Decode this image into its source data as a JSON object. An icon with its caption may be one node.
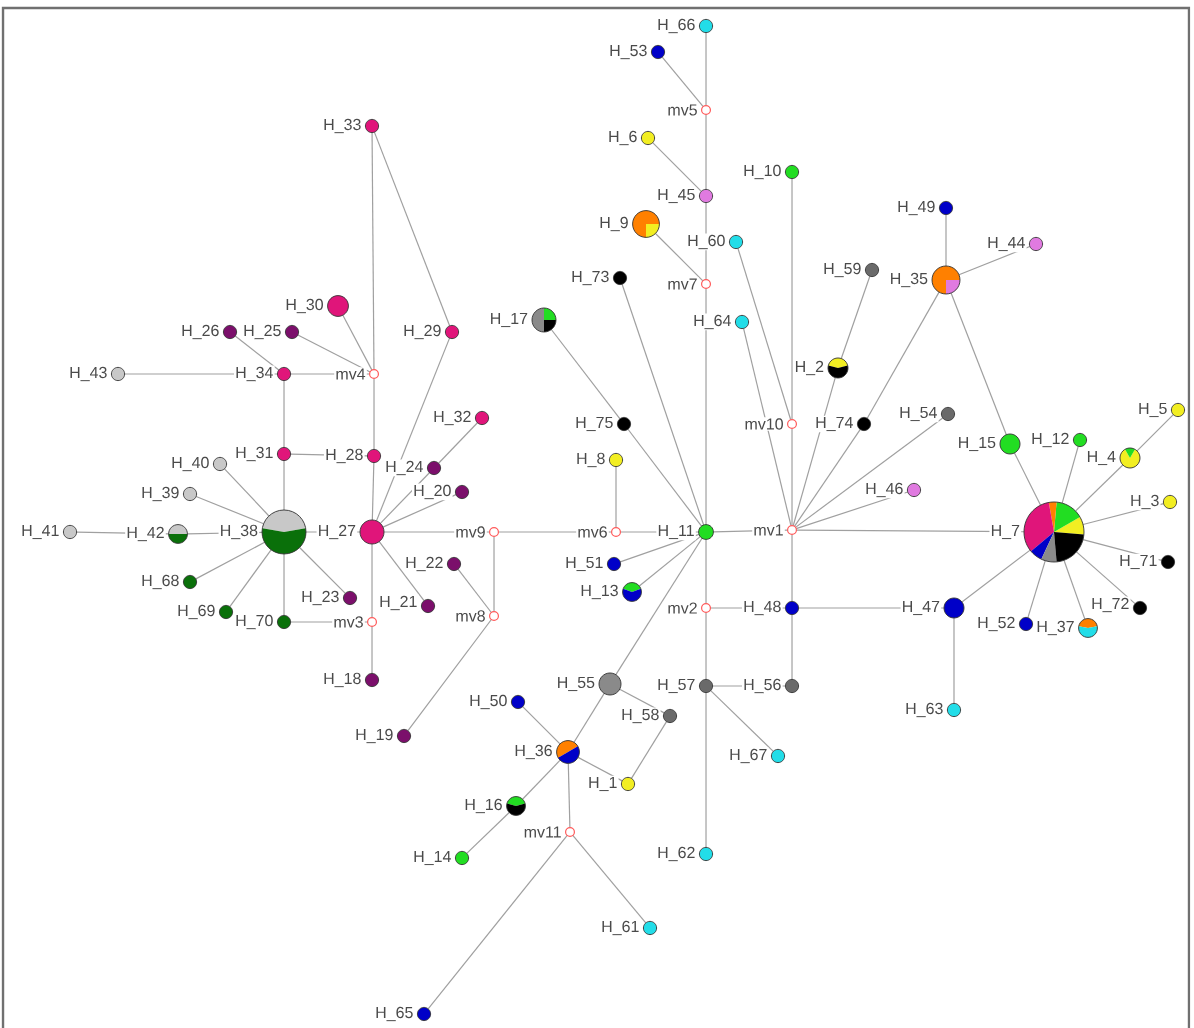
{
  "diagram": {
    "nodes": [
      {
        "text": [
          "H_66"
        ]
      },
      {
        "text": [
          "H_53"
        ]
      },
      {
        "text": [
          "mv5"
        ]
      },
      {
        "text": [
          "H_33"
        ]
      },
      {
        "text": [
          "H_6"
        ]
      },
      {
        "text": [
          "H_10"
        ]
      },
      {
        "text": [
          "H_45"
        ]
      },
      {
        "text": [
          "H_49"
        ]
      },
      {
        "text": [
          "H_9"
        ]
      },
      {
        "text": [
          "H_60"
        ]
      },
      {
        "text": [
          "H_44"
        ]
      },
      {
        "text": [
          "H_59"
        ]
      },
      {
        "text": [
          "H_73"
        ]
      },
      {
        "text": [
          "H_35"
        ]
      },
      {
        "text": [
          "mv7"
        ]
      },
      {
        "text": [
          "H_17"
        ]
      },
      {
        "text": [
          "H_64"
        ]
      },
      {
        "text": [
          "H_30"
        ]
      },
      {
        "text": [
          "H_26"
        ]
      },
      {
        "text": [
          "H_25"
        ]
      },
      {
        "text": [
          "H_29"
        ]
      },
      {
        "text": [
          "H_2"
        ]
      },
      {
        "text": [
          "H_43"
        ]
      },
      {
        "text": [
          "H_34"
        ]
      },
      {
        "text": [
          "mv4"
        ]
      },
      {
        "text": [
          "H_5"
        ]
      },
      {
        "text": [
          "H_54"
        ]
      },
      {
        "text": [
          "H_32"
        ]
      },
      {
        "text": [
          "H_75"
        ]
      },
      {
        "text": [
          "mv10"
        ]
      },
      {
        "text": [
          "H_74"
        ]
      },
      {
        "text": [
          "H_12"
        ]
      },
      {
        "text": [
          "H_15"
        ]
      },
      {
        "text": [
          "H_31"
        ]
      },
      {
        "text": [
          "H_28"
        ]
      },
      {
        "text": [
          "H_4"
        ]
      },
      {
        "text": [
          "H_8"
        ]
      },
      {
        "text": [
          "H_40"
        ]
      },
      {
        "text": [
          "H_24"
        ]
      },
      {
        "text": [
          "H_46"
        ]
      },
      {
        "text": [
          "H_20"
        ]
      },
      {
        "text": [
          "H_39"
        ]
      },
      {
        "text": [
          "H_3"
        ]
      },
      {
        "text": [
          "H_41"
        ]
      },
      {
        "text": [
          "H_42"
        ]
      },
      {
        "text": [
          "H_38"
        ]
      },
      {
        "text": [
          "H_27"
        ]
      },
      {
        "text": [
          "mv9"
        ]
      },
      {
        "text": [
          "mv6"
        ]
      },
      {
        "text": [
          "H_11"
        ]
      },
      {
        "text": [
          "mv1"
        ]
      },
      {
        "text": [
          "H_7"
        ]
      },
      {
        "text": [
          "H_71"
        ]
      },
      {
        "text": [
          "H_51"
        ]
      },
      {
        "text": [
          "H_22"
        ]
      },
      {
        "text": [
          "H_68"
        ]
      },
      {
        "text": [
          "H_13"
        ]
      },
      {
        "text": [
          "H_23"
        ]
      },
      {
        "text": [
          "H_21"
        ]
      },
      {
        "text": [
          "mv2"
        ]
      },
      {
        "text": [
          "H_48"
        ]
      },
      {
        "text": [
          "H_47"
        ]
      },
      {
        "text": [
          "H_72"
        ]
      },
      {
        "text": [
          "H_69"
        ]
      },
      {
        "text": [
          "mv8"
        ]
      },
      {
        "text": [
          "H_70"
        ]
      },
      {
        "text": [
          "mv3"
        ]
      },
      {
        "text": [
          "H_52"
        ]
      },
      {
        "text": [
          "H_37"
        ]
      },
      {
        "text": [
          "H_18"
        ]
      },
      {
        "text": [
          "H_55"
        ]
      },
      {
        "text": [
          "H_57"
        ]
      },
      {
        "text": [
          "H_56"
        ]
      },
      {
        "text": [
          "H_50"
        ]
      },
      {
        "text": [
          "H_63"
        ]
      },
      {
        "text": [
          "H_58"
        ]
      },
      {
        "text": [
          "H_19"
        ]
      },
      {
        "text": [
          "H_36"
        ]
      },
      {
        "text": [
          "H_67"
        ]
      },
      {
        "text": [
          "H_1"
        ]
      },
      {
        "text": [
          "H_16"
        ]
      },
      {
        "text": [
          "mv11"
        ]
      },
      {
        "text": [
          "H_62"
        ]
      },
      {
        "text": [
          "H_14"
        ]
      },
      {
        "text": [
          "H_61"
        ]
      },
      {
        "text": [
          "H_65"
        ]
      }
    ],
    "edges": [
      {
        "from": 3,
        "to": 24,
        "arrow": "none"
      },
      {
        "from": 3,
        "to": 20,
        "arrow": "none"
      },
      {
        "from": 20,
        "to": 46,
        "arrow": "none"
      },
      {
        "from": 17,
        "to": 24,
        "arrow": "none"
      },
      {
        "from": 19,
        "to": 24,
        "arrow": "none"
      },
      {
        "from": 18,
        "to": 23,
        "arrow": "none"
      },
      {
        "from": 22,
        "to": 23,
        "arrow": "none"
      },
      {
        "from": 23,
        "to": 24,
        "arrow": "none"
      },
      {
        "from": 23,
        "to": 33,
        "arrow": "none"
      },
      {
        "from": 24,
        "to": 34,
        "arrow": "none"
      },
      {
        "from": 33,
        "to": 34,
        "arrow": "none"
      },
      {
        "from": 33,
        "to": 45,
        "arrow": "none"
      },
      {
        "from": 34,
        "to": 46,
        "arrow": "none"
      },
      {
        "from": 37,
        "to": 45,
        "arrow": "none"
      },
      {
        "from": 41,
        "to": 45,
        "arrow": "none"
      },
      {
        "from": 43,
        "to": 44,
        "arrow": "none"
      },
      {
        "from": 44,
        "to": 45,
        "arrow": "none"
      },
      {
        "from": 45,
        "to": 46,
        "arrow": "none"
      },
      {
        "from": 55,
        "to": 45,
        "arrow": "none"
      },
      {
        "from": 63,
        "to": 45,
        "arrow": "none"
      },
      {
        "from": 65,
        "to": 45,
        "arrow": "none"
      },
      {
        "from": 57,
        "to": 45,
        "arrow": "none"
      },
      {
        "from": 65,
        "to": 66,
        "arrow": "none"
      },
      {
        "from": 66,
        "to": 46,
        "arrow": "none"
      },
      {
        "from": 66,
        "to": 69,
        "arrow": "none"
      },
      {
        "from": 58,
        "to": 46,
        "arrow": "none"
      },
      {
        "from": 54,
        "to": 64,
        "arrow": "none"
      },
      {
        "from": 76,
        "to": 64,
        "arrow": "none"
      },
      {
        "from": 47,
        "to": 64,
        "arrow": "none"
      },
      {
        "from": 46,
        "to": 47,
        "arrow": "none"
      },
      {
        "from": 46,
        "to": 38,
        "arrow": "none"
      },
      {
        "from": 38,
        "to": 27,
        "arrow": "none"
      },
      {
        "from": 46,
        "to": 40,
        "arrow": "none"
      },
      {
        "from": 47,
        "to": 48,
        "arrow": "none"
      },
      {
        "from": 48,
        "to": 49,
        "arrow": "none"
      },
      {
        "from": 48,
        "to": 36,
        "arrow": "none"
      },
      {
        "from": 49,
        "to": 50,
        "arrow": "none"
      },
      {
        "from": 49,
        "to": 53,
        "arrow": "none"
      },
      {
        "from": 49,
        "to": 56,
        "arrow": "none"
      },
      {
        "from": 49,
        "to": 70,
        "arrow": "none"
      },
      {
        "from": 49,
        "to": 59,
        "arrow": "none"
      },
      {
        "from": 59,
        "to": 71,
        "arrow": "none"
      },
      {
        "from": 71,
        "to": 82,
        "arrow": "none"
      },
      {
        "from": 59,
        "to": 60,
        "arrow": "none"
      },
      {
        "from": 60,
        "to": 50,
        "arrow": "none"
      },
      {
        "from": 60,
        "to": 72,
        "arrow": "none"
      },
      {
        "from": 71,
        "to": 72,
        "arrow": "none"
      },
      {
        "from": 71,
        "to": 78,
        "arrow": "none"
      },
      {
        "from": 60,
        "to": 61,
        "arrow": "none"
      },
      {
        "from": 61,
        "to": 74,
        "arrow": "none"
      },
      {
        "from": 61,
        "to": 51,
        "arrow": "none"
      },
      {
        "from": 70,
        "to": 75,
        "arrow": "none"
      },
      {
        "from": 75,
        "to": 79,
        "arrow": "none"
      },
      {
        "from": 70,
        "to": 77,
        "arrow": "none"
      },
      {
        "from": 77,
        "to": 73,
        "arrow": "none"
      },
      {
        "from": 77,
        "to": 79,
        "arrow": "none"
      },
      {
        "from": 77,
        "to": 80,
        "arrow": "none"
      },
      {
        "from": 80,
        "to": 83,
        "arrow": "none"
      },
      {
        "from": 77,
        "to": 81,
        "arrow": "none"
      },
      {
        "from": 81,
        "to": 84,
        "arrow": "none"
      },
      {
        "from": 81,
        "to": 85,
        "arrow": "none"
      },
      {
        "from": 49,
        "to": 14,
        "arrow": "none"
      },
      {
        "from": 14,
        "to": 6,
        "arrow": "none"
      },
      {
        "from": 6,
        "to": 2,
        "arrow": "none"
      },
      {
        "from": 2,
        "to": 0,
        "arrow": "none"
      },
      {
        "from": 2,
        "to": 1,
        "arrow": "none"
      },
      {
        "from": 6,
        "to": 4,
        "arrow": "none"
      },
      {
        "from": 14,
        "to": 8,
        "arrow": "none"
      },
      {
        "from": 12,
        "to": 49,
        "arrow": "none"
      },
      {
        "from": 15,
        "to": 28,
        "arrow": "none"
      },
      {
        "from": 28,
        "to": 49,
        "arrow": "none"
      },
      {
        "from": 9,
        "to": 29,
        "arrow": "none"
      },
      {
        "from": 16,
        "to": 50,
        "arrow": "none"
      },
      {
        "from": 5,
        "to": 29,
        "arrow": "none"
      },
      {
        "from": 29,
        "to": 50,
        "arrow": "none"
      },
      {
        "from": 11,
        "to": 21,
        "arrow": "none"
      },
      {
        "from": 21,
        "to": 50,
        "arrow": "none"
      },
      {
        "from": 13,
        "to": 30,
        "arrow": "none"
      },
      {
        "from": 30,
        "to": 50,
        "arrow": "none"
      },
      {
        "from": 26,
        "to": 50,
        "arrow": "none"
      },
      {
        "from": 39,
        "to": 50,
        "arrow": "none"
      },
      {
        "from": 50,
        "to": 51,
        "arrow": "none"
      },
      {
        "from": 13,
        "to": 7,
        "arrow": "none"
      },
      {
        "from": 13,
        "to": 10,
        "arrow": "none"
      },
      {
        "from": 13,
        "to": 32,
        "arrow": "none"
      },
      {
        "from": 32,
        "to": 51,
        "arrow": "none"
      },
      {
        "from": 31,
        "to": 51,
        "arrow": "none"
      },
      {
        "from": 25,
        "to": 35,
        "arrow": "none"
      },
      {
        "from": 35,
        "to": 51,
        "arrow": "none"
      },
      {
        "from": 42,
        "to": 51,
        "arrow": "none"
      },
      {
        "from": 52,
        "to": 51,
        "arrow": "none"
      },
      {
        "from": 62,
        "to": 51,
        "arrow": "none"
      },
      {
        "from": 68,
        "to": 51,
        "arrow": "none"
      },
      {
        "from": 67,
        "to": 51,
        "arrow": "none"
      }
    ]
  }
}
